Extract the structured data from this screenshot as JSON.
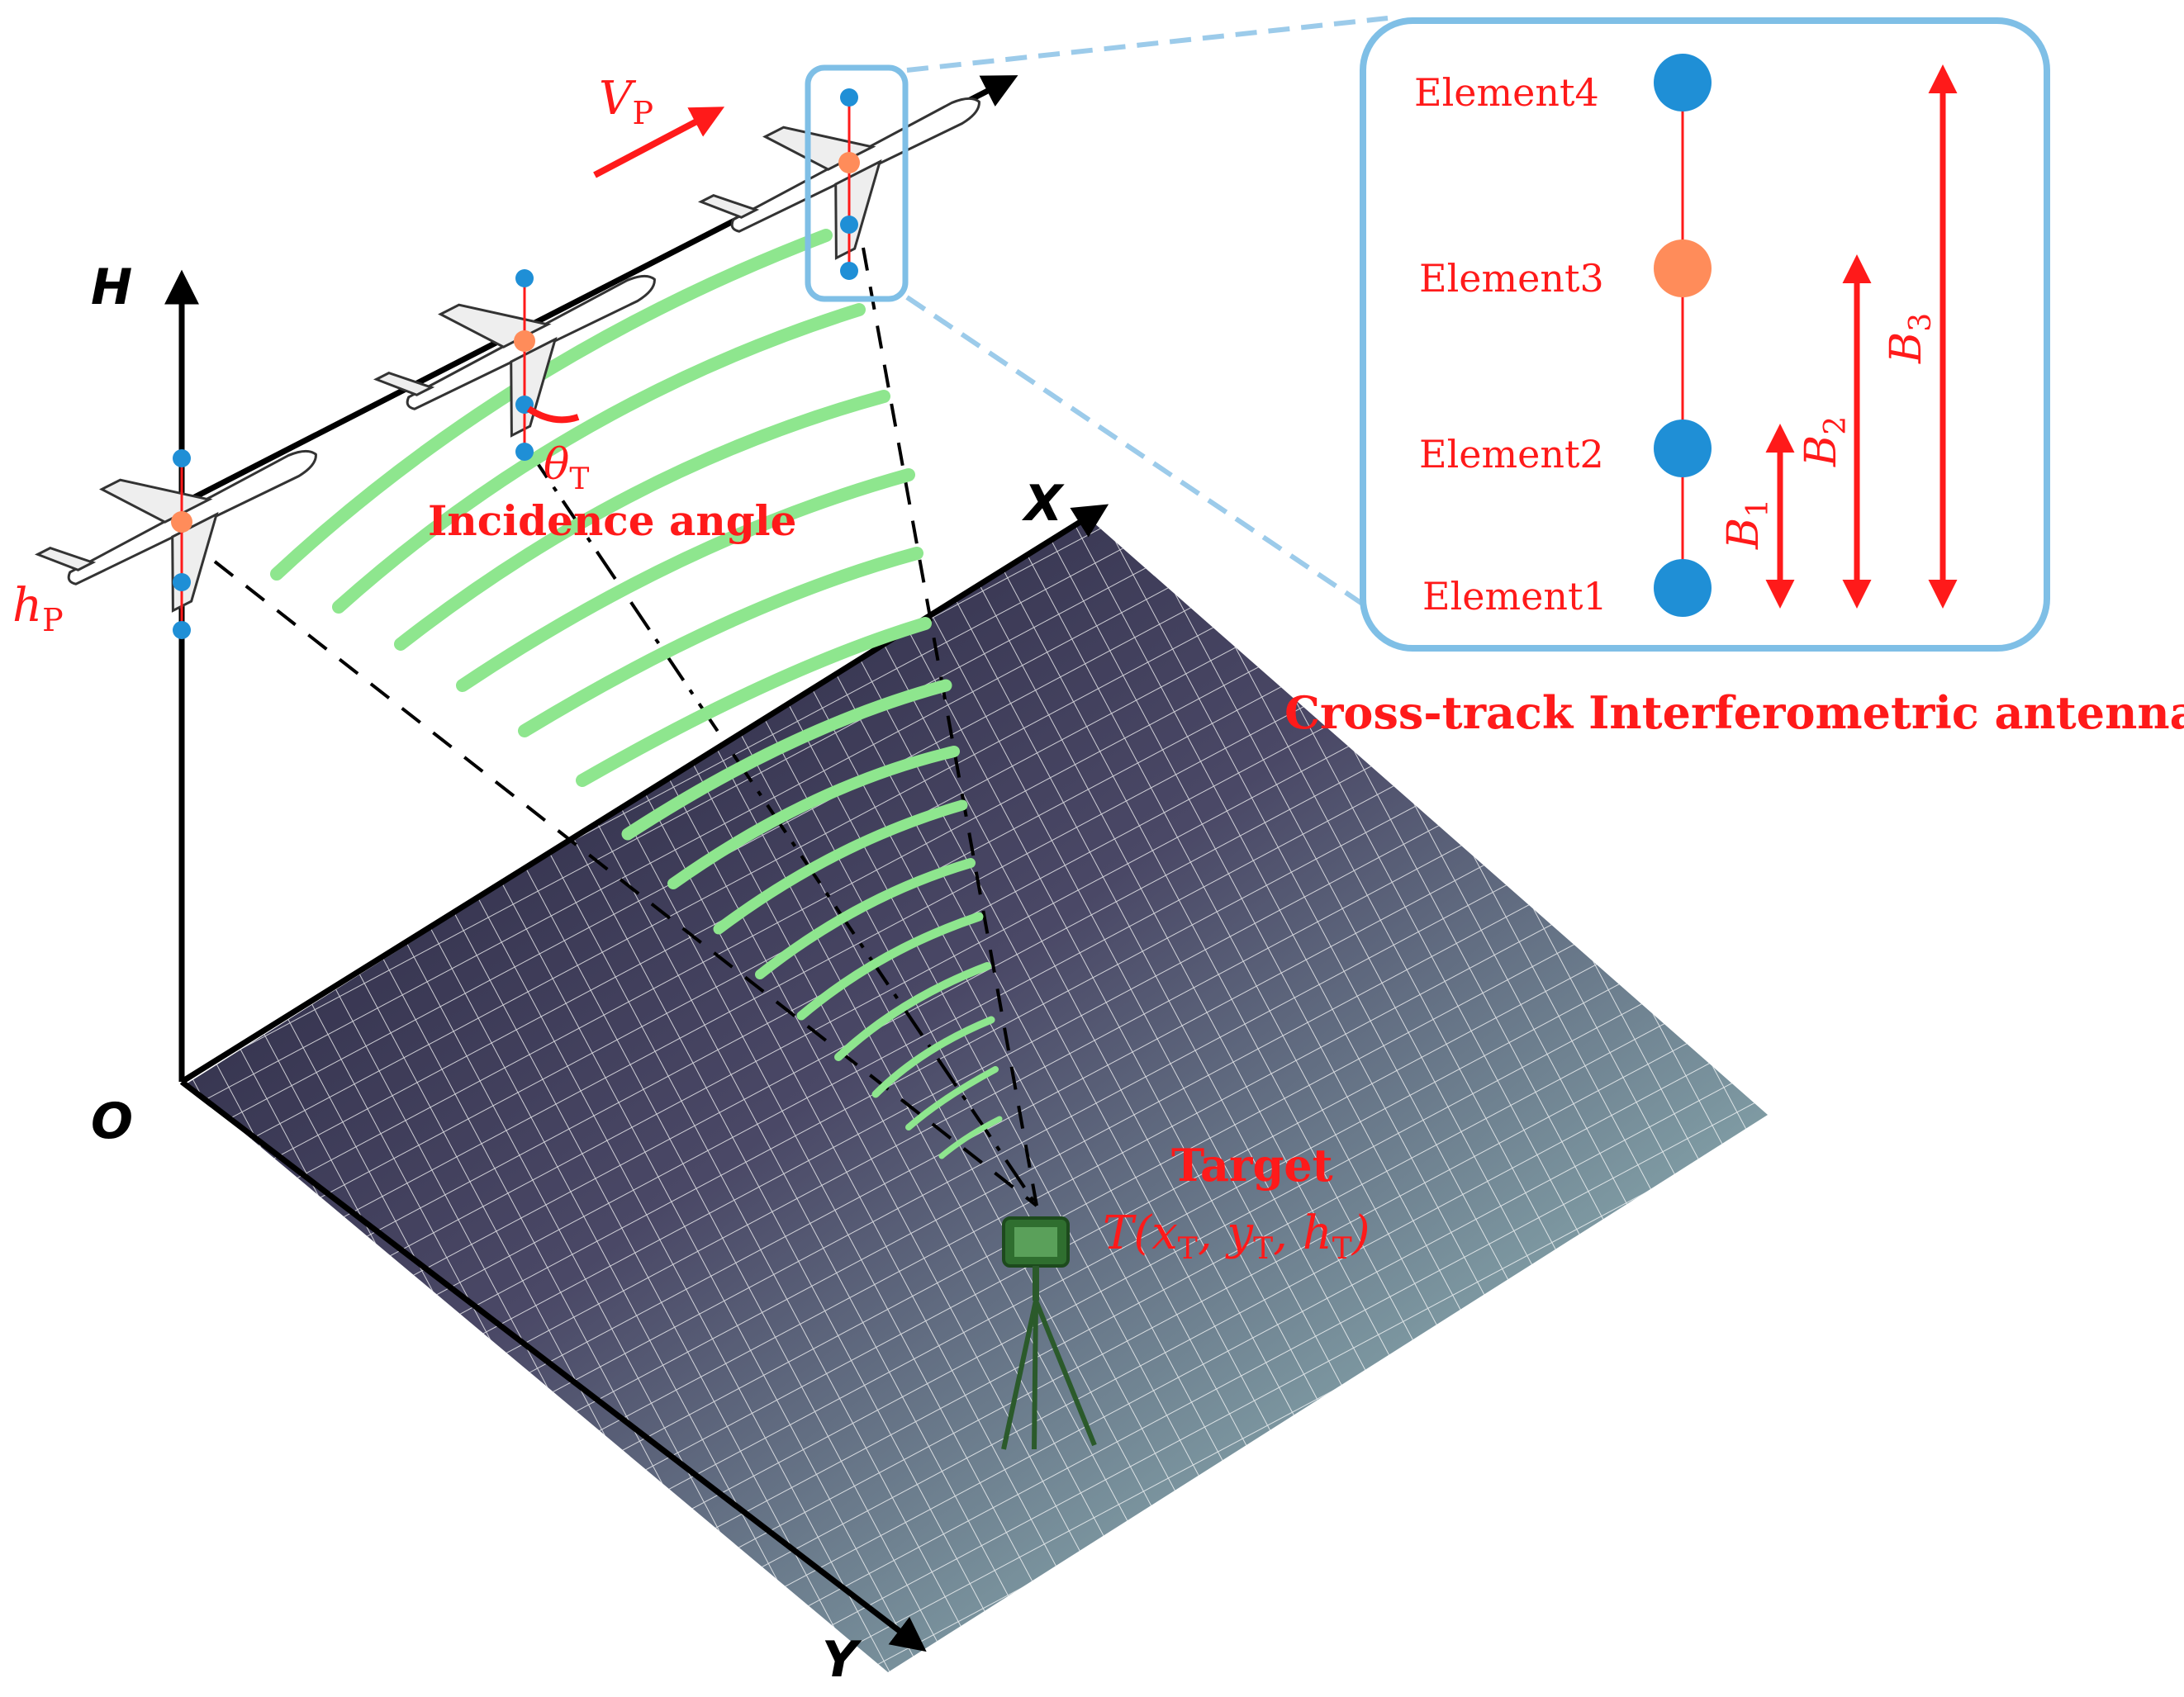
{
  "axes": {
    "origin": "O",
    "x": "X",
    "y": "Y",
    "height": "H"
  },
  "platform": {
    "altitude_base": "h",
    "altitude_sub": "P",
    "velocity_base": "V",
    "velocity_sub": "P"
  },
  "incidence": {
    "symbol_base": "θ",
    "symbol_sub": "T",
    "label": "Incidence angle"
  },
  "target": {
    "title": "Target",
    "coords": {
      "prefix": "T(",
      "x": "x",
      "comma1": ", ",
      "y": "y",
      "comma2": ", ",
      "h": "h",
      "suffix": ")",
      "sub": "T"
    }
  },
  "antenna": {
    "caption": "Cross-track Interferometric antenna",
    "elements": [
      "Element4",
      "Element3",
      "Element2",
      "Element1"
    ],
    "baselines": [
      {
        "base": "B",
        "sub": "1"
      },
      {
        "base": "B",
        "sub": "2"
      },
      {
        "base": "B",
        "sub": "3"
      }
    ]
  },
  "colors": {
    "accent_red": "#ff1a1a",
    "element_blue": "#1f8fd6",
    "element_orange": "#ff8c5a",
    "callout_border": "#7fbfe6",
    "wave_green": "#8ee68e",
    "terrain_dark": "#23223a",
    "terrain_light": "#9fd3cc"
  }
}
